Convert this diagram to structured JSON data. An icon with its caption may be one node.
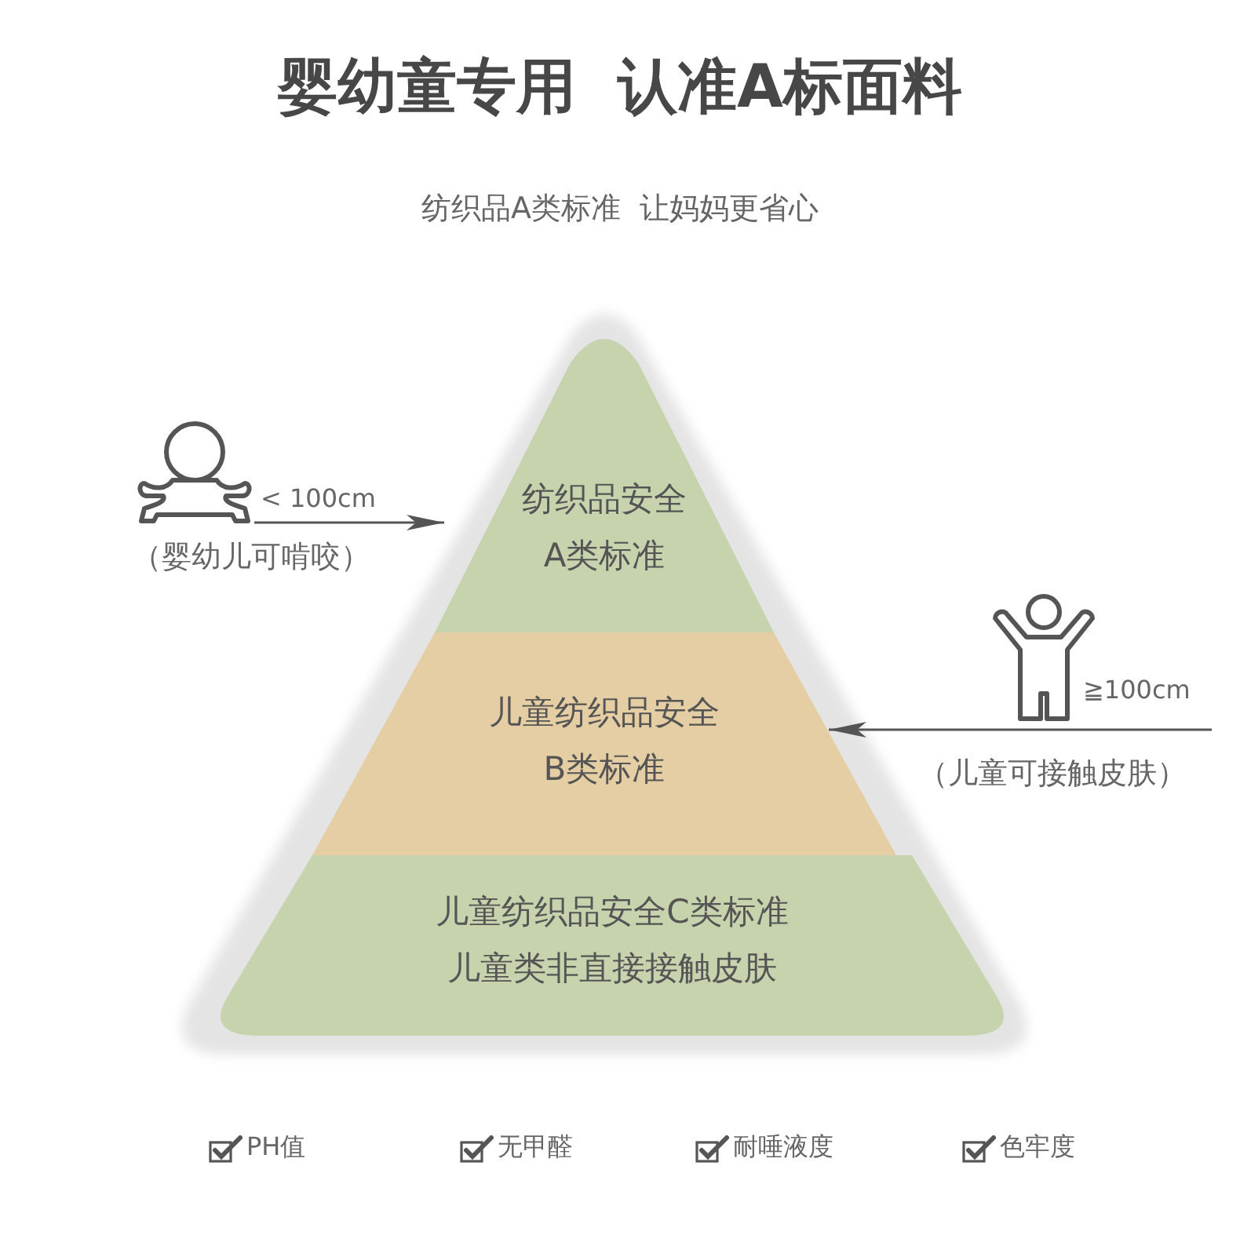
{
  "diagram": {
    "title": "婴幼童专用  认准A标面料",
    "nodes": [
      {
        "text": [
          "纺织品安全A类标准"
        ]
      },
      {
        "text": [
          "儿童纺织品安全B类标准"
        ]
      },
      {
        "text": [
          "儿童纺织品安全C类标准",
          "儿童类非直接接触皮肤"
        ]
      },
      {
        "text": [],
        "shape": "person",
        "beside": [
          "（婴幼儿可啃咬）"
        ]
      },
      {
        "text": [],
        "shape": "person",
        "beside": [
          "（儿童可接触皮肤）"
        ]
      }
    ],
    "edges": [
      {
        "from": 3,
        "to": 0,
        "arrow": "to",
        "label": "< 100cm"
      },
      {
        "from": 4,
        "to": 1,
        "arrow": "to",
        "label": "≧100cm"
      }
    ],
    "labels": [
      "纺织品A类标准  让妈妈更省心",
      "PH值",
      "无甲醛",
      "耐唾液度",
      "色牢度"
    ]
  }
}
